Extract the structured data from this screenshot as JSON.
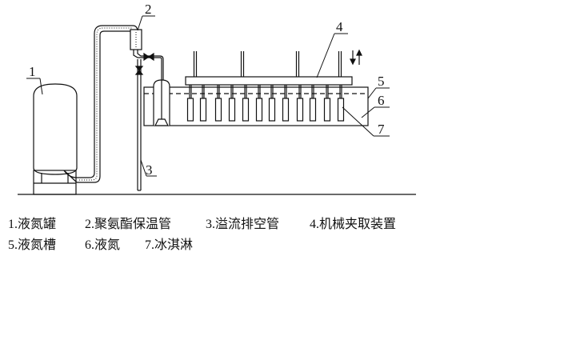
{
  "diagram": {
    "callouts": [
      "1",
      "2",
      "3",
      "4",
      "5",
      "6",
      "7"
    ],
    "legend": [
      {
        "num": "1.",
        "text": "液氮罐"
      },
      {
        "num": "2.",
        "text": "聚氨酯保温管"
      },
      {
        "num": "3.",
        "text": "溢流排空管"
      },
      {
        "num": "4.",
        "text": "机械夹取装置"
      },
      {
        "num": "5.",
        "text": "液氮槽"
      },
      {
        "num": "6.",
        "text": "液氮"
      },
      {
        "num": "7.",
        "text": "冰淇淋"
      }
    ],
    "colors": {
      "line": "#111111",
      "background": "#ffffff"
    }
  }
}
